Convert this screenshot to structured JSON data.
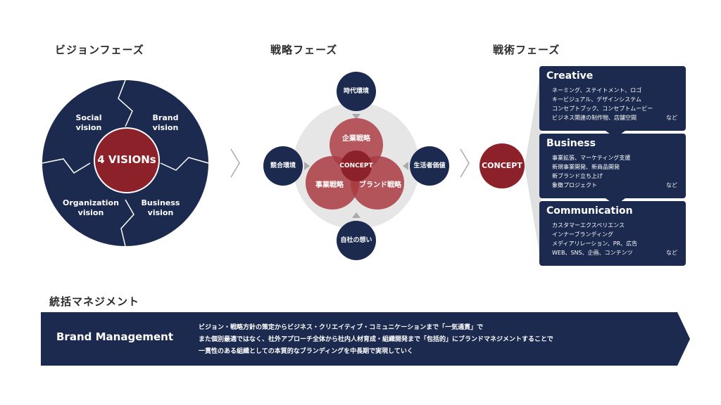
{
  "phases": {
    "vision": "ビジョンフェーズ",
    "strategy": "戦略フェーズ",
    "tactics": "戦術フェーズ"
  },
  "vision": {
    "center": "4 VISIONs",
    "social": "Social\nvision",
    "brand": "Brand\nvision",
    "organization": "Organization\nvision",
    "business": "Business\nvision"
  },
  "strategy": {
    "top": "時代環境",
    "left": "競合環境",
    "right": "生活者価値",
    "bottom": "自社の想い",
    "corporate": "企業戦略",
    "business": "事業戦略",
    "brand": "ブランド戦略",
    "concept": "CONCEPT"
  },
  "concept_label": "CONCEPT",
  "cards": [
    {
      "title": "Creative",
      "items": [
        "ネーミング、ステイトメント、ロゴ",
        "キービジュアル、デザインシステム",
        "コンセプトブック、コンセプトムービー",
        "ビジネス関連の制作物、店舗空間"
      ],
      "etc": "など"
    },
    {
      "title": "Business",
      "items": [
        "事業拡張、マーケティング支援",
        "新規事業開発、新商品開発",
        "新ブランド立ち上げ",
        "象徴プロジェクト"
      ],
      "etc": "など"
    },
    {
      "title": "Communication",
      "items": [
        "カスタマーエクスペリエンス",
        "インナーブランディング",
        "メディアリレーション、PR、広告",
        "WEB、SNS、企画、コンテンツ"
      ],
      "etc": "など"
    }
  ],
  "management": {
    "heading": "統括マネジメント",
    "label": "Brand Management",
    "lines": [
      "ビジョン・戦略方針の策定からビジネス・クリエイティブ・コミュニケーションまで「一気通貫」で",
      "また個別最適ではなく、社外アプローチ全体から社内人材育成・組織開発まで「包括的」にブランドマネジメントすることで",
      "一貫性のある組織としての本質的なブランディングを中長期で実現していく"
    ]
  },
  "colors": {
    "navy": "#1b2a4e",
    "red": "#8c2129",
    "grey": "#e6e6e6"
  }
}
